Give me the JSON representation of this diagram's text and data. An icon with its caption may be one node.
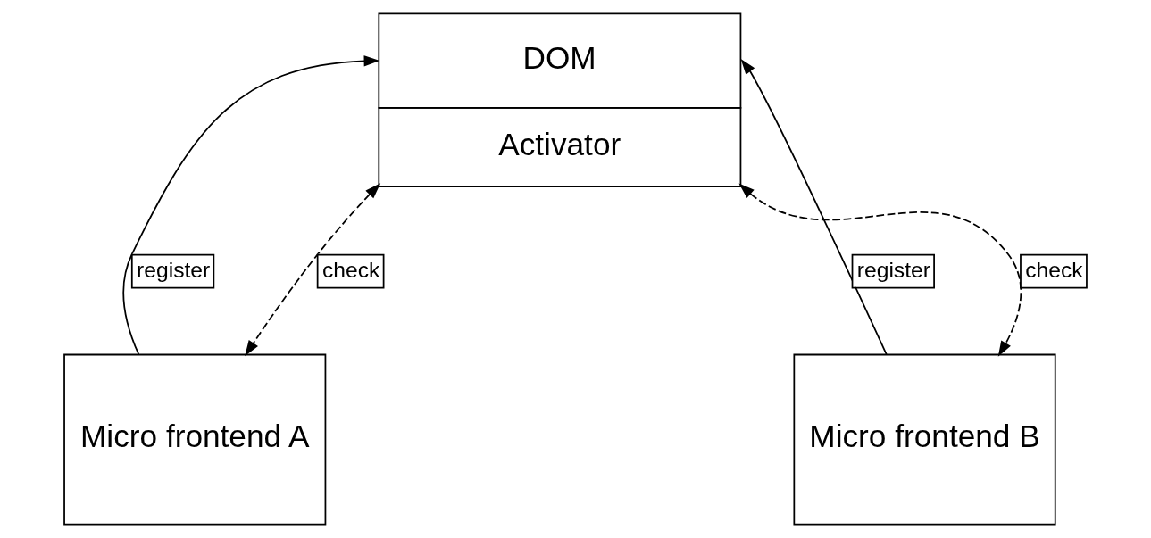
{
  "diagram": {
    "nodes": [
      {
        "text": [
          "DOM",
          "Activator"
        ]
      },
      {
        "text": [
          "Micro frontend A"
        ]
      },
      {
        "text": [
          "Micro frontend B"
        ]
      }
    ],
    "edges": [
      {
        "from": 1,
        "to": 0,
        "arrow": "to",
        "label": "register"
      },
      {
        "from": 0,
        "to": 1,
        "arrow": "both",
        "label": "check",
        "style": "dashed"
      },
      {
        "from": 0,
        "to": 2,
        "arrow": "both",
        "label": "check",
        "style": "dashed"
      },
      {
        "from": 2,
        "to": 0,
        "arrow": "to",
        "label": "register"
      }
    ]
  }
}
